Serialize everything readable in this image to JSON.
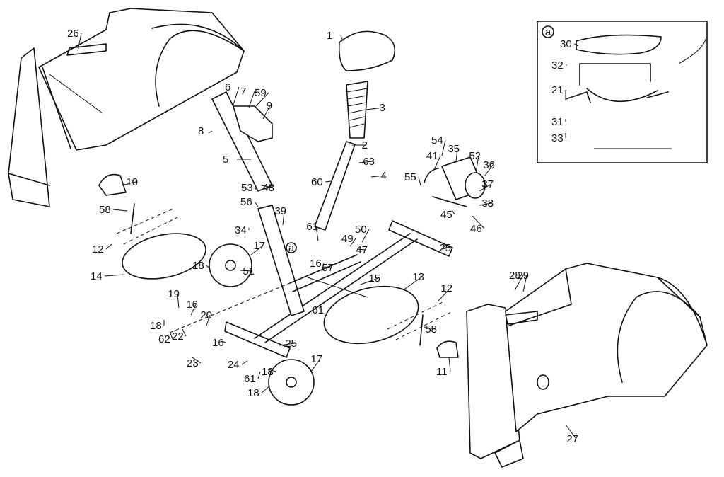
{
  "diagram": {
    "parts": [
      "1",
      "2",
      "3",
      "4",
      "5",
      "6",
      "7",
      "8",
      "9",
      "10",
      "11",
      "12",
      "12",
      "13",
      "14",
      "15",
      "16",
      "16",
      "16",
      "17",
      "17",
      "18",
      "18",
      "18",
      "18",
      "19",
      "20",
      "21",
      "22",
      "23",
      "24",
      "25",
      "25",
      "26",
      "27",
      "28",
      "29",
      "30",
      "31",
      "32",
      "33",
      "34",
      "35",
      "36",
      "37",
      "38",
      "39",
      "41",
      "45",
      "46",
      "47",
      "48",
      "49",
      "50",
      "51",
      "52",
      "53",
      "54",
      "55",
      "56",
      "57",
      "58",
      "58",
      "59",
      "60",
      "61",
      "61",
      "61",
      "62",
      "63"
    ],
    "inset_marker": "a",
    "callout_marker": "a"
  }
}
